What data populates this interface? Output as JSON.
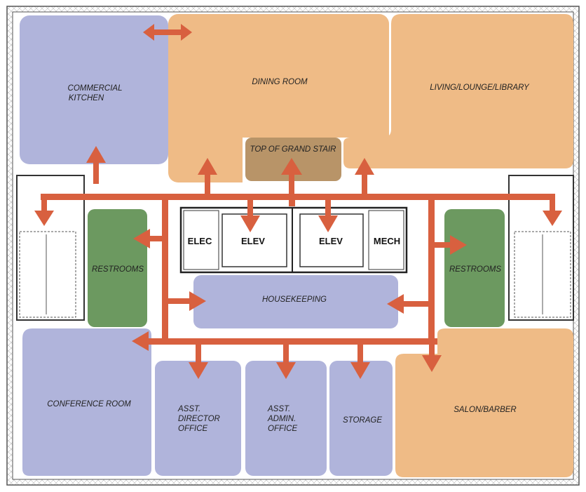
{
  "colors": {
    "public": "#efbb86",
    "service": "#b0b4db",
    "restroom": "#6c9960",
    "stair": "#b89468",
    "circulation": "#d8603f",
    "wall": "#444444"
  },
  "rooms": {
    "commercial_kitchen": [
      "COMMERCIAL",
      "KITCHEN"
    ],
    "dining_room": "DINING ROOM",
    "living": "LIVING/LOUNGE/LIBRARY",
    "grand_stair": "TOP OF GRAND STAIR",
    "restrooms_left": "RESTROOMS",
    "restrooms_right": "RESTROOMS",
    "housekeeping": "HOUSEKEEPING",
    "conference": "CONFERENCE ROOM",
    "asst_director": [
      "ASST.",
      "DIRECTOR",
      "OFFICE"
    ],
    "asst_admin": [
      "ASST.",
      "ADMIN.",
      "OFFICE"
    ],
    "storage": "STORAGE",
    "salon": "SALON/BARBER"
  },
  "core": {
    "elec": "ELEC",
    "elev1": "ELEV",
    "elev2": "ELEV",
    "mech": "MECH"
  }
}
